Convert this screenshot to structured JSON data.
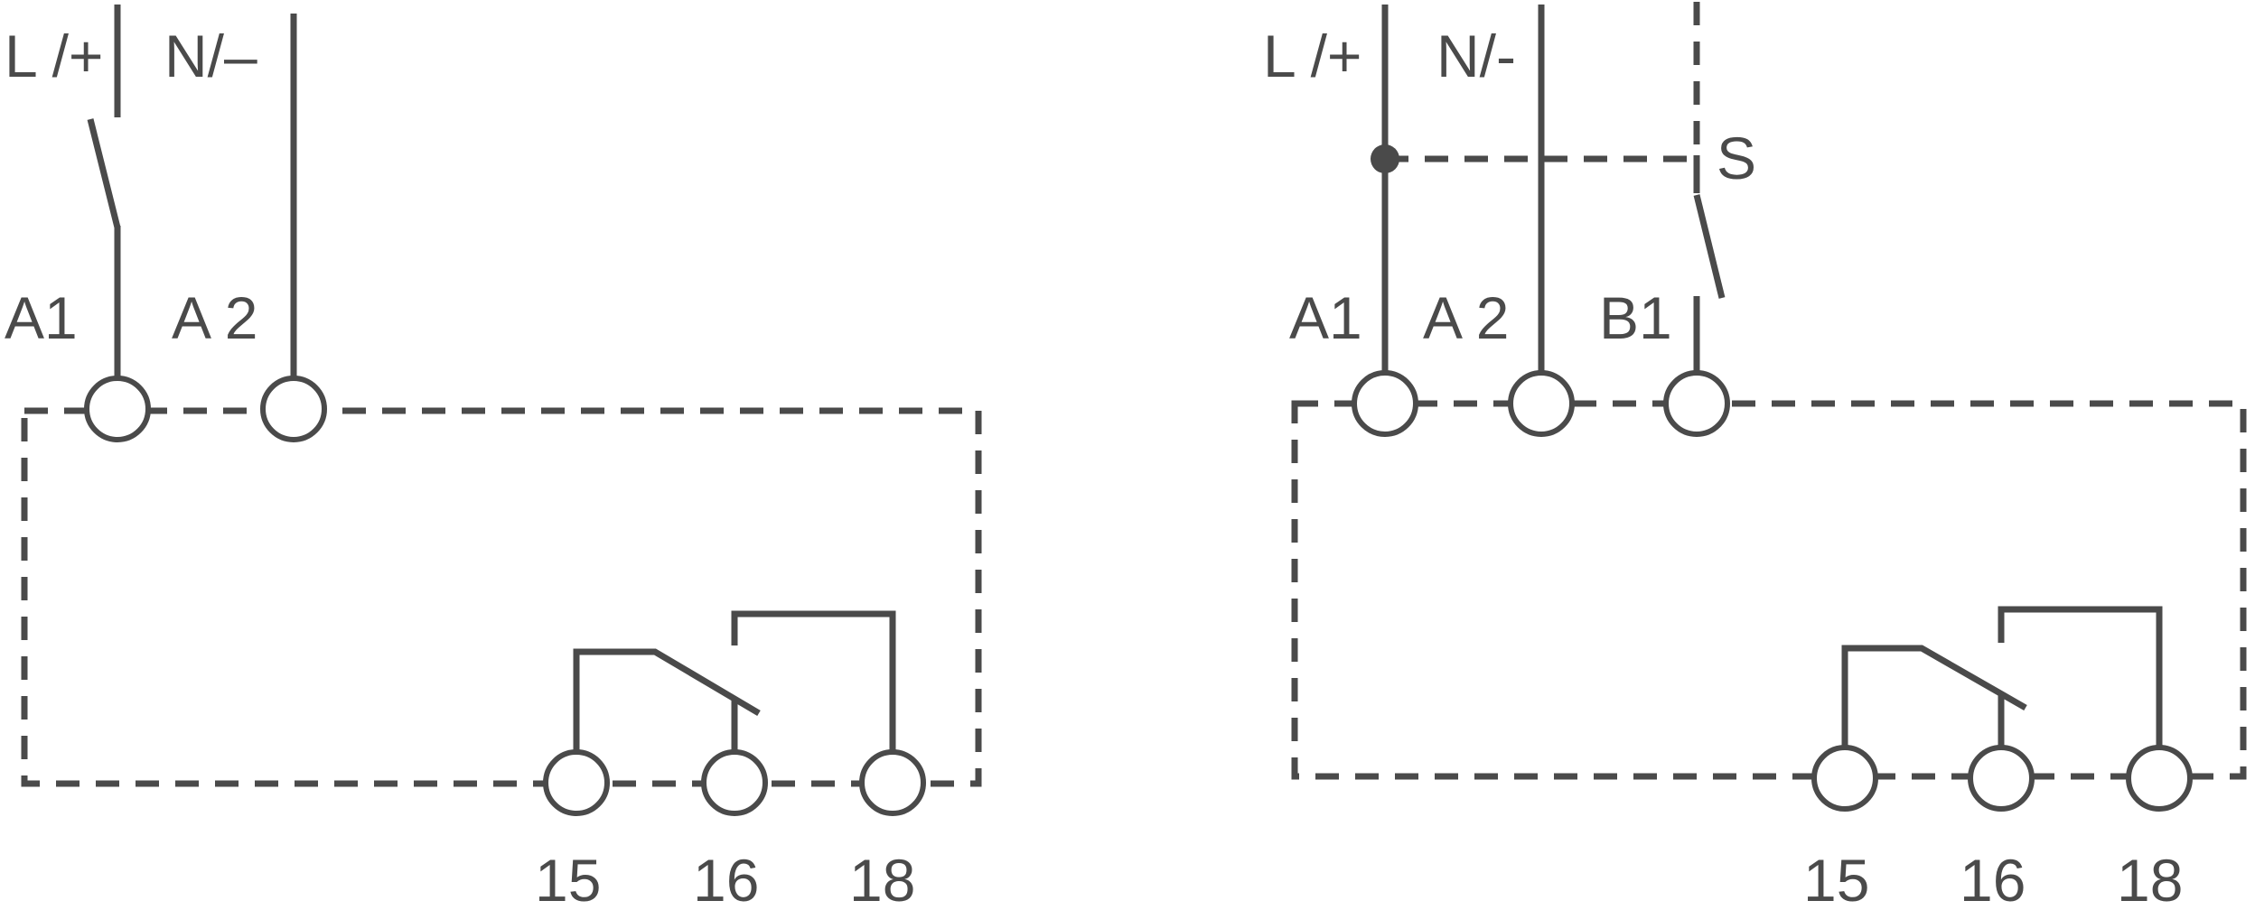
{
  "colors": {
    "line": "#4a4a4a",
    "background": "#ffffff"
  },
  "left_diagram": {
    "supply_positive": "L /+",
    "supply_negative": "N/–",
    "terminal_a1": "A1",
    "terminal_a2": "A 2",
    "terminal_15": "15",
    "terminal_16": "16",
    "terminal_18": "18"
  },
  "right_diagram": {
    "supply_positive": "L /+",
    "supply_negative": "N/-",
    "switch_label": "S",
    "terminal_a1": "A1",
    "terminal_a2": "A 2",
    "terminal_b1": "B1",
    "terminal_15": "15",
    "terminal_16": "16",
    "terminal_18": "18"
  }
}
